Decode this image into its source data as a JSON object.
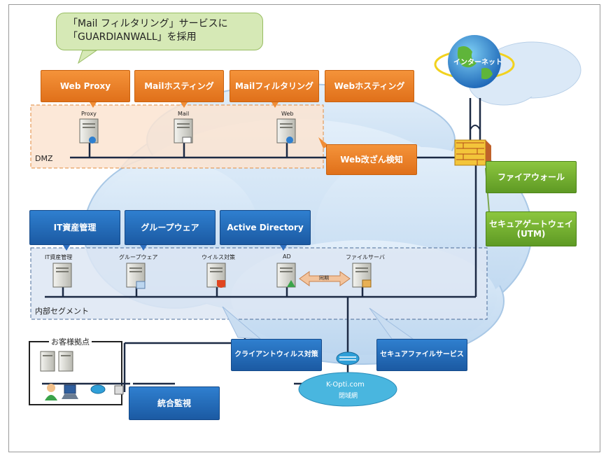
{
  "callout": {
    "line1": "「Mail フィルタリング」サービスに",
    "line2": "「GUARDIANWALL」を採用"
  },
  "internet": "インターネット",
  "dmz": {
    "label": "DMZ",
    "services": [
      "Web Proxy",
      "Mailホスティング",
      "Mailフィルタリング",
      "Webホスティング"
    ],
    "servers": [
      "Proxy",
      "Mail",
      "Web"
    ],
    "tamper": "Web改ざん検知"
  },
  "security": {
    "firewall": "ファイアウォール",
    "utm_line1": "セキュアゲートウェイ",
    "utm_line2": "(UTM)"
  },
  "internal": {
    "label": "内部セグメント",
    "services": [
      "IT資産管理",
      "グループウェア",
      "Active Directory"
    ],
    "servers": [
      "IT資産管理",
      "グループウェア",
      "ウイルス対策",
      "AD",
      "ファイルサーバ"
    ],
    "sync": "同期"
  },
  "bottom": {
    "virus_client": "クライアントウィルス対策",
    "secure_file": "セキュアファイルサービス",
    "site": "お客様拠点",
    "monitor": "統合監視",
    "network_line1": "K-Opti.com",
    "network_line2": "閉域網"
  },
  "colors": {
    "orange": "#ee8427",
    "blue": "#1f66b5",
    "green": "#73ad2f",
    "cloud": "#cfe3f6"
  }
}
